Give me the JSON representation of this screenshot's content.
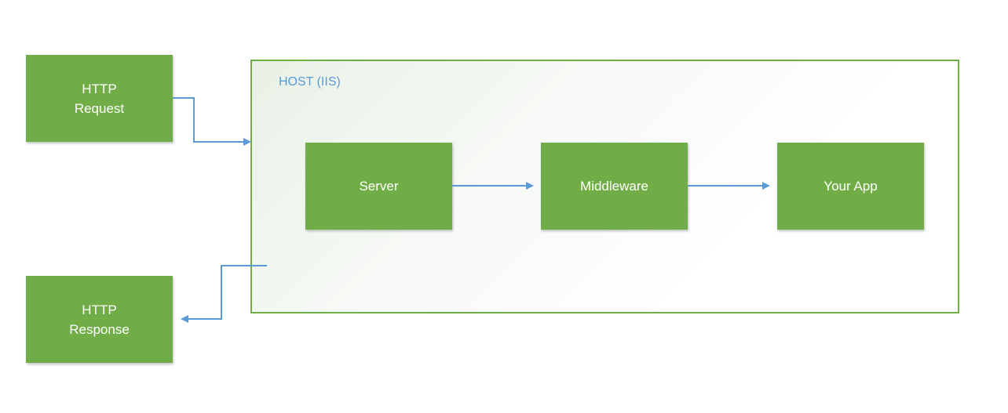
{
  "diagram": {
    "host": {
      "label": "HOST (IIS)"
    },
    "nodes": {
      "request": {
        "line1": "HTTP",
        "line2": "Request"
      },
      "response": {
        "line1": "HTTP",
        "line2": "Response"
      },
      "server": {
        "label": "Server"
      },
      "middleware": {
        "label": "Middleware"
      },
      "app": {
        "label": "Your App"
      }
    },
    "colors": {
      "node_fill": "#70ad47",
      "node_text": "#ffffff",
      "host_border": "#70ad47",
      "host_label": "#5b9bd5",
      "arrow": "#5b9bd5"
    }
  }
}
